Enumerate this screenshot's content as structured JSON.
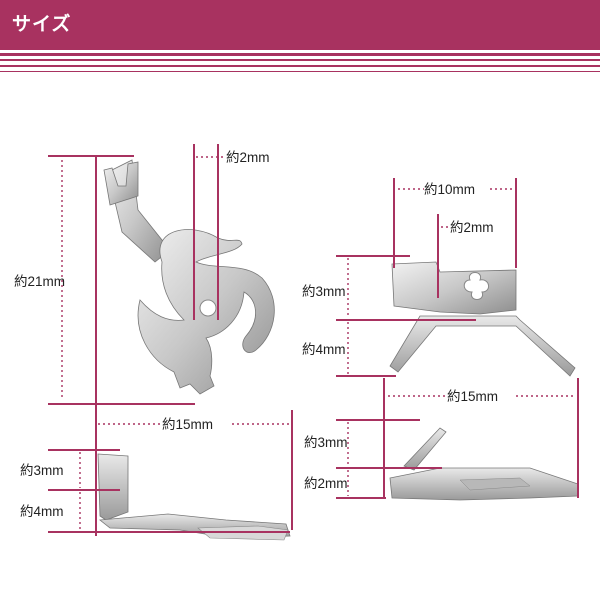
{
  "header": {
    "title": "サイズ",
    "color": "#a83260"
  },
  "dimension_color": "#a83260",
  "left_part": {
    "hole_label": "約2mm",
    "height_label": "約21mm",
    "width_label": "約15mm",
    "side_height_label_1": "約3mm",
    "side_height_label_2": "約4mm"
  },
  "right_part": {
    "top_width_label": "約10mm",
    "slot_label": "約2mm",
    "height_label_1": "約3mm",
    "height_label_2": "約4mm",
    "width_label": "約15mm",
    "side_height_label_1": "約3mm",
    "side_height_label_2": "約2mm"
  }
}
